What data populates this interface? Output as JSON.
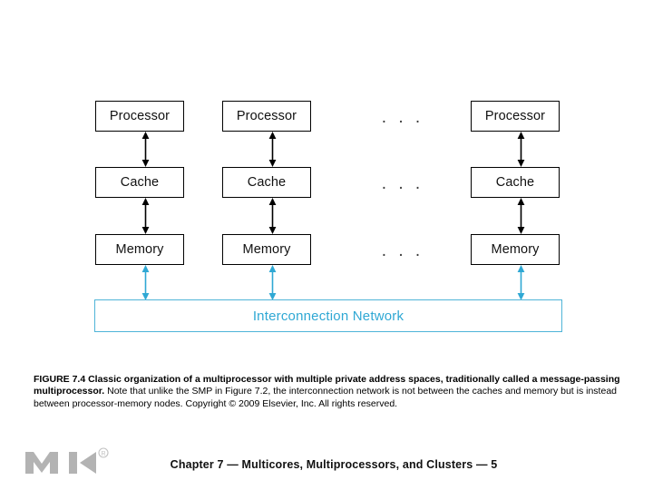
{
  "slide": {
    "figure": {
      "columns": [
        {
          "id": "node-1",
          "processor": "Processor",
          "cache": "Cache",
          "memory": "Memory"
        },
        {
          "id": "node-2",
          "processor": "Processor",
          "cache": "Cache",
          "memory": "Memory"
        },
        {
          "id": "node-n",
          "processor": "Processor",
          "cache": "Cache",
          "memory": "Memory"
        }
      ],
      "ellipsis": ". . .",
      "network_label": "Interconnection Network",
      "colors": {
        "box_border": "#000000",
        "box_text": "#111111",
        "network_border": "#4FB4D8",
        "network_text": "#2FA8D4",
        "arrow_black": "#000000",
        "arrow_cyan": "#2FA8D4",
        "logo_gray": "#B3B3B3"
      }
    },
    "caption": {
      "bold_part": "FIGURE 7.4 Classic organization of a multiprocessor with multiple private address spaces, traditionally called a message-passing multiprocessor.",
      "rest": " Note that unlike the SMP in Figure 7.2, the interconnection network is not between the caches and memory but is instead between processor-memory nodes. Copyright © 2009 Elsevier, Inc. All rights reserved."
    },
    "footer": {
      "text": "Chapter 7 — Multicores, Multiprocessors, and Clusters — 5",
      "logo_alt": "MK",
      "logo_trademark": "®"
    }
  }
}
